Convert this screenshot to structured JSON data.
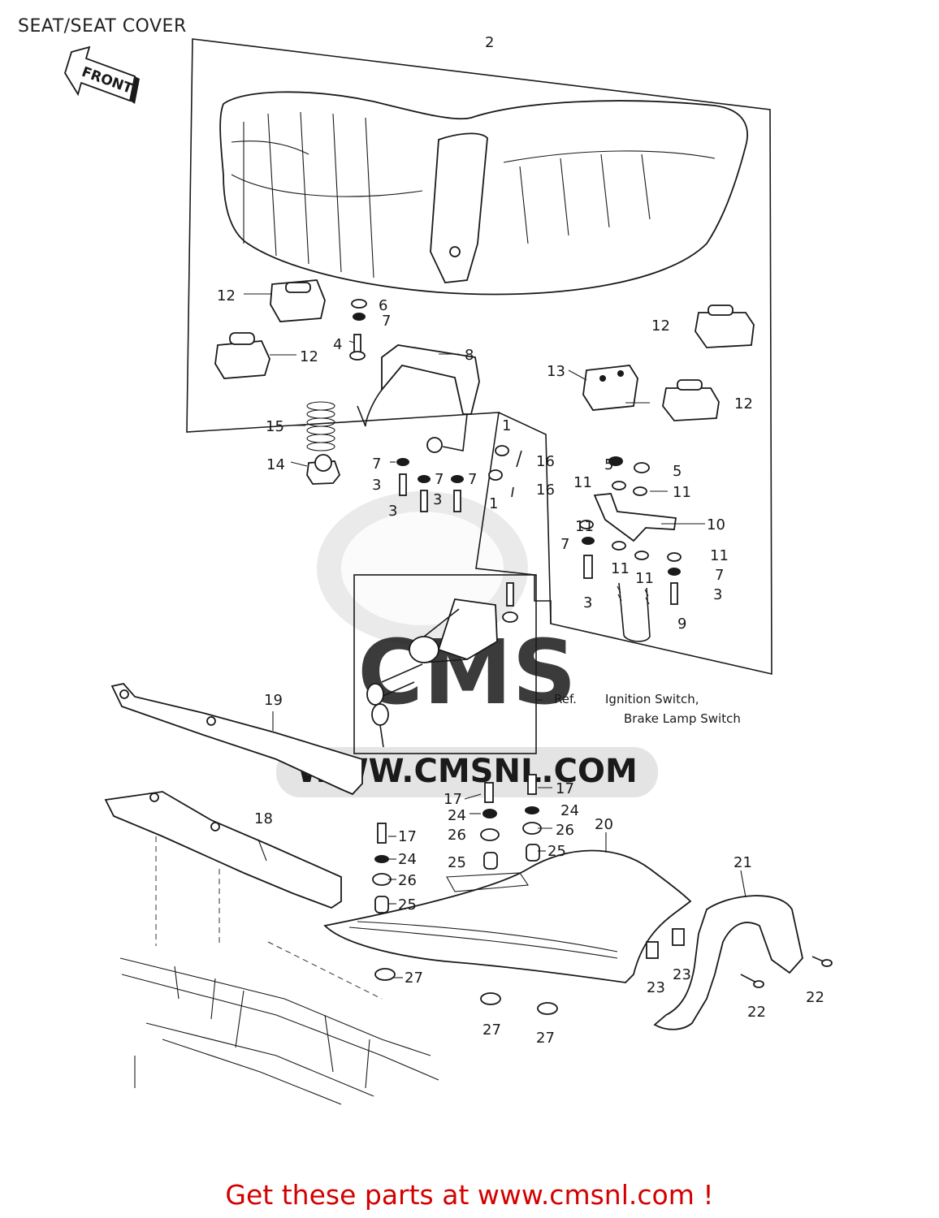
{
  "title": "SEAT/SEAT COVER",
  "front_arrow_label": "FRONT",
  "watermark": {
    "brand": "CMS",
    "url": "WWW.CMSNL.COM"
  },
  "reference_note": {
    "prefix": "Ref.",
    "line1": "Ignition Switch,",
    "line2": "Brake Lamp Switch"
  },
  "callouts": [
    "2",
    "12",
    "6",
    "7",
    "4",
    "8",
    "12",
    "15",
    "7",
    "3",
    "7",
    "7",
    "3",
    "3",
    "14",
    "1",
    "16",
    "16",
    "1",
    "12",
    "13",
    "12",
    "5",
    "5",
    "11",
    "11",
    "11",
    "10",
    "7",
    "11",
    "11",
    "11",
    "7",
    "3",
    "3",
    "9",
    "19",
    "18",
    "17",
    "24",
    "26",
    "25",
    "17",
    "24",
    "26",
    "25",
    "17",
    "24",
    "26",
    "25",
    "20",
    "21",
    "23",
    "23",
    "27",
    "27",
    "27",
    "22",
    "22"
  ],
  "promo_text": "Get these parts at www.cmsnl.com !",
  "colors": {
    "promo": "#d40000",
    "watermark": "#d9d9d9",
    "line": "#1a1a1a"
  }
}
